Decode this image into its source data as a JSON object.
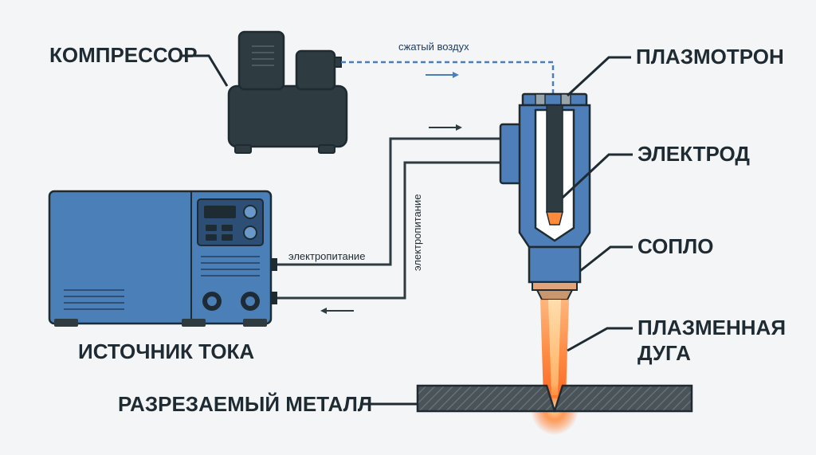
{
  "labels": {
    "compressor": "КОМПРЕССОР",
    "plasmatron": "ПЛАЗМОТРОН",
    "electrode": "ЭЛЕКТРОД",
    "nozzle": "СОПЛО",
    "arc_line1": "ПЛАЗМЕННАЯ",
    "arc_line2": "ДУГА",
    "power_source": "ИСТОЧНИК ТОКА",
    "metal": "РАЗРЕЗАЕМЫЙ МЕТАЛЛ"
  },
  "flows": {
    "compressed_air": "сжатый воздух",
    "power_horizontal": "электропитание",
    "power_vertical": "электропитание"
  },
  "colors": {
    "ink": "#1f2b33",
    "compressor_body": "#2e3b40",
    "power_unit": "#4a7fb8",
    "torch": "#4f7fb9",
    "air_line": "#4a7fb8",
    "arc": "#ff7a2a",
    "metal": "#4a5358"
  }
}
